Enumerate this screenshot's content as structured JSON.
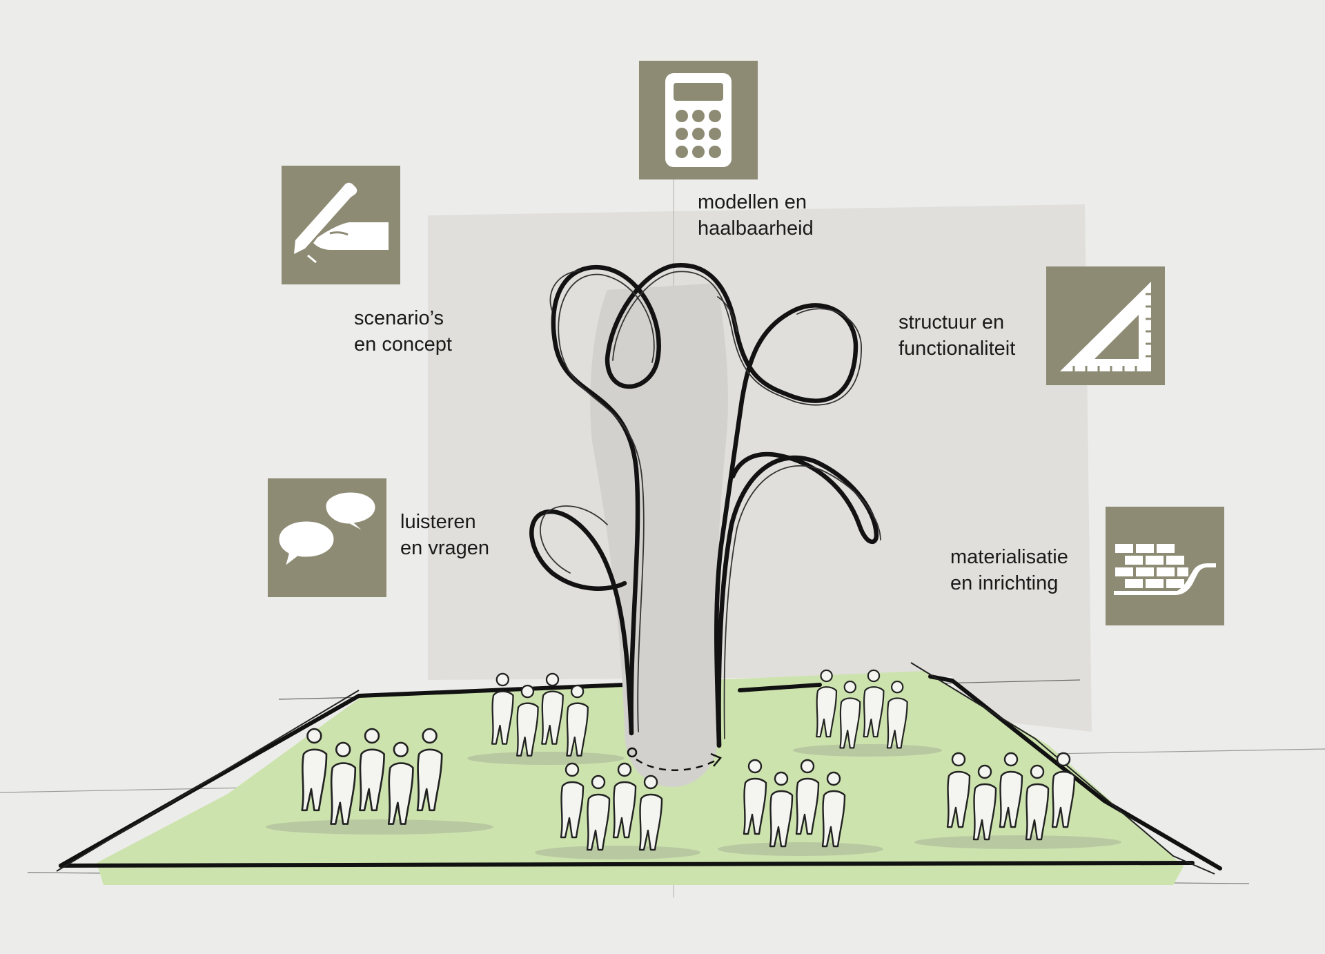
{
  "colors": {
    "background": "#ececea",
    "backdrop": "#e0dfdb",
    "ground": "#cde3ad",
    "tile": "#8e8b74",
    "ink": "#111111"
  },
  "steps": [
    {
      "id": "luisteren",
      "icon": "speech-bubbles-icon",
      "lines": [
        "luisteren",
        "en vragen"
      ]
    },
    {
      "id": "scenarios",
      "icon": "hand-writing-icon",
      "lines": [
        "scenario’s",
        "en concept"
      ]
    },
    {
      "id": "modellen",
      "icon": "calculator-icon",
      "lines": [
        "modellen en",
        "haalbaarheid"
      ]
    },
    {
      "id": "structuur",
      "icon": "set-square-icon",
      "lines": [
        "structuur en",
        "functionaliteit"
      ]
    },
    {
      "id": "materialisatie",
      "icon": "bricks-trowel-icon",
      "lines": [
        "materialisatie",
        "en inrichting"
      ]
    }
  ]
}
